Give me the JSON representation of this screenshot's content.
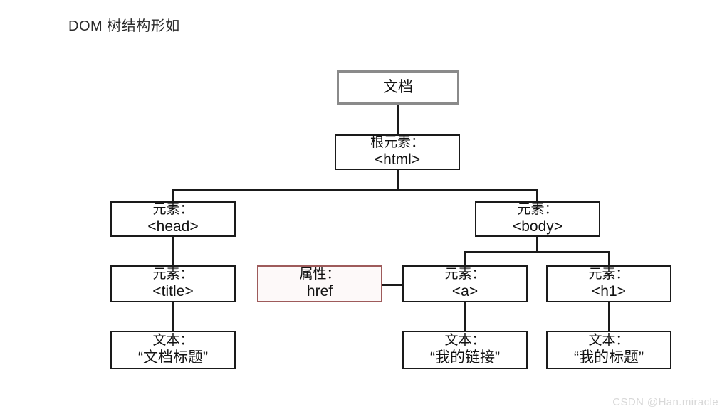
{
  "page": {
    "title": "DOM 树结构形如",
    "watermark": "CSDN @Han.miracle",
    "background_color": "#ffffff"
  },
  "colors": {
    "text": "#121212",
    "border_black": "#1a1a1a",
    "border_gray": "#8a8a8a",
    "border_red": "#9e5b5b",
    "watermark": "#d8d8d8"
  },
  "diagram": {
    "type": "tree",
    "nodes": [
      {
        "id": "document",
        "line1": "文档",
        "line2": "",
        "border": "gray",
        "level": 0
      },
      {
        "id": "html",
        "line1": "根元素：",
        "line2": "<html>",
        "border": "black",
        "level": 1
      },
      {
        "id": "head",
        "line1": "元素：",
        "line2": "<head>",
        "border": "black",
        "level": 2
      },
      {
        "id": "body",
        "line1": "元素：",
        "line2": "<body>",
        "border": "black",
        "level": 2
      },
      {
        "id": "title",
        "line1": "元素：",
        "line2": "<title>",
        "border": "black",
        "level": 3
      },
      {
        "id": "href",
        "line1": "属性：",
        "line2": "href",
        "border": "red",
        "level": 3
      },
      {
        "id": "a",
        "line1": "元素：",
        "line2": "<a>",
        "border": "black",
        "level": 3
      },
      {
        "id": "h1",
        "line1": "元素：",
        "line2": "<h1>",
        "border": "black",
        "level": 3
      },
      {
        "id": "text-title",
        "line1": "文本：",
        "line2": "“文档标题”",
        "border": "black",
        "level": 4
      },
      {
        "id": "text-link",
        "line1": "文本：",
        "line2": "“我的链接”",
        "border": "black",
        "level": 4
      },
      {
        "id": "text-heading",
        "line1": "文本：",
        "line2": "“我的标题”",
        "border": "black",
        "level": 4
      }
    ],
    "edges": [
      {
        "from": "document",
        "to": "html"
      },
      {
        "from": "html",
        "to": "head"
      },
      {
        "from": "html",
        "to": "body"
      },
      {
        "from": "head",
        "to": "title"
      },
      {
        "from": "title",
        "to": "text-title"
      },
      {
        "from": "body",
        "to": "a"
      },
      {
        "from": "body",
        "to": "h1"
      },
      {
        "from": "href",
        "to": "a"
      },
      {
        "from": "a",
        "to": "text-link"
      },
      {
        "from": "h1",
        "to": "text-heading"
      }
    ]
  }
}
